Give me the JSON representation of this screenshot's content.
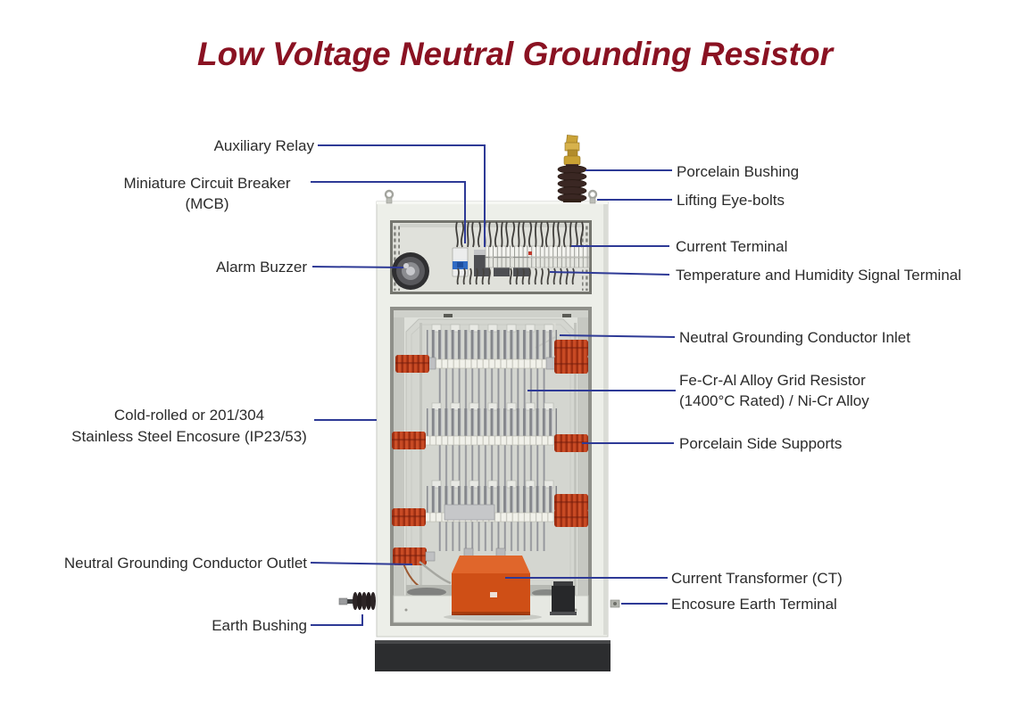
{
  "title": {
    "text": "Low Voltage Neutral Grounding Resistor"
  },
  "colors": {
    "title": "#8a1222",
    "leader_line": "#2e3a96",
    "cabinet_body": "#edefe9",
    "porcelain_support_red": "#a93517",
    "ct_orange": "#d4541a",
    "bushing_brown": "#3a2723",
    "plinth_dark": "#2c2d2f"
  },
  "diagram": {
    "labels_left": [
      {
        "id": "auxiliary-relay",
        "line1": "Auxiliary Relay"
      },
      {
        "id": "mcb",
        "line1": "Miniature Circuit Breaker",
        "line2": "(MCB)"
      },
      {
        "id": "alarm-buzzer",
        "line1": "Alarm Buzzer"
      },
      {
        "id": "enclosure",
        "line1": "Cold-rolled or 201/304",
        "line2": "Stainless Steel Encosure (IP23/53)"
      },
      {
        "id": "conductor-outlet",
        "line1": "Neutral Grounding Conductor Outlet"
      },
      {
        "id": "earth-bushing",
        "line1": "Earth Bushing"
      }
    ],
    "labels_right": [
      {
        "id": "porcelain-bushing",
        "line1": "Porcelain Bushing"
      },
      {
        "id": "lifting-eye-bolts",
        "line1": "Lifting Eye-bolts"
      },
      {
        "id": "current-terminal",
        "line1": "Current Terminal"
      },
      {
        "id": "temp-humidity-terminal",
        "line1": "Temperature and Humidity Signal Terminal"
      },
      {
        "id": "conductor-inlet",
        "line1": "Neutral Grounding Conductor Inlet"
      },
      {
        "id": "grid-resistor",
        "line1": "Fe-Cr-Al Alloy Grid Resistor",
        "line2": "(1400°C Rated) / Ni-Cr Alloy"
      },
      {
        "id": "porcelain-side-supports",
        "line1": "Porcelain Side Supports"
      },
      {
        "id": "current-transformer",
        "line1": "Current Transformer (CT)"
      },
      {
        "id": "earth-terminal",
        "line1": "Encosure Earth Terminal"
      }
    ]
  }
}
